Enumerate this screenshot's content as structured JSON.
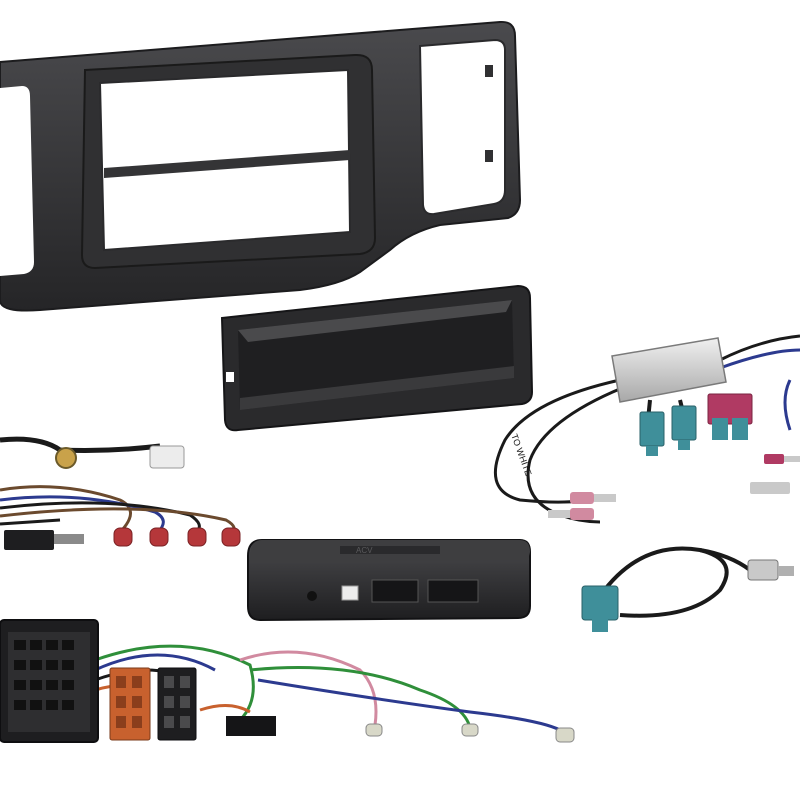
{
  "photo": {
    "background": "#ffffff",
    "items": {
      "fascia": "double-din-fascia-panel",
      "pocket": "single-din-storage-pocket",
      "splitter": "antenna-splitter-box",
      "interface": "steering-wheel-interface-box",
      "harness": "iso-wiring-harness",
      "antenna_adapter": "fakra-antenna-adapter"
    },
    "splitter_label": "TO WHITE",
    "interface_label": "ACV"
  },
  "colors": {
    "plastic_dark": "#2b2b2d",
    "plastic_mid": "#3a3a3c",
    "fakra_blue": "#3f8f9a",
    "fakra_pink": "#b03a63",
    "connector_red": "#b5373a",
    "connector_orange": "#c8612e",
    "wire_black": "#1a1a1a",
    "wire_green": "#2f8f3a",
    "wire_brown": "#6b4a2e",
    "wire_blue": "#2c3a8f",
    "wire_pink": "#d18aa0",
    "metal": "#c9c9c9"
  }
}
